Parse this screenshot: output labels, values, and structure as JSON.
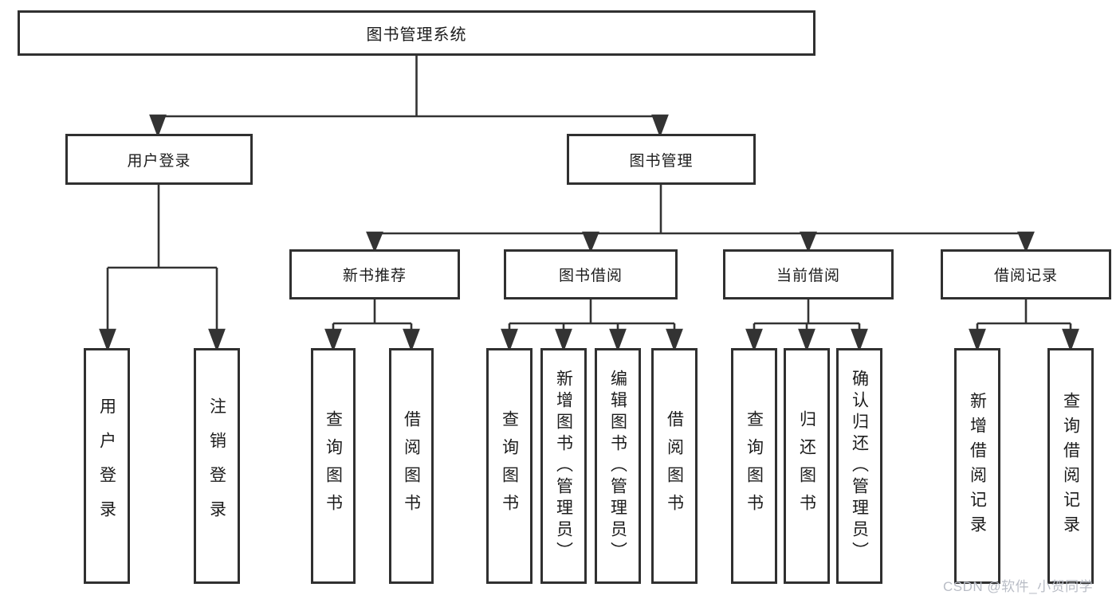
{
  "title": "图书管理系统",
  "tree": {
    "root": {
      "label": "图书管理系统",
      "children": [
        {
          "label": "用户登录",
          "children": [
            {
              "label": "用户登录"
            },
            {
              "label": "注销登录"
            }
          ]
        },
        {
          "label": "图书管理",
          "children": [
            {
              "label": "新书推荐",
              "children": [
                {
                  "label": "查询图书"
                },
                {
                  "label": "借阅图书"
                }
              ]
            },
            {
              "label": "图书借阅",
              "children": [
                {
                  "label": "查询图书"
                },
                {
                  "label": "新增图书（管理员）"
                },
                {
                  "label": "编辑图书（管理员）"
                },
                {
                  "label": "借阅图书"
                }
              ]
            },
            {
              "label": "当前借阅",
              "children": [
                {
                  "label": "查询图书"
                },
                {
                  "label": "归还图书"
                },
                {
                  "label": "确认归还（管理员）"
                }
              ]
            },
            {
              "label": "借阅记录",
              "children": [
                {
                  "label": "新增借阅记录"
                },
                {
                  "label": "查询借阅记录"
                }
              ]
            }
          ]
        }
      ]
    }
  },
  "watermark": "CSDN @软件_小贺同学",
  "colors": {
    "line": "#333333",
    "box_border": "#303030",
    "text": "#1c1c1c",
    "watermark": "#b9bdc6",
    "background": "#ffffff"
  }
}
